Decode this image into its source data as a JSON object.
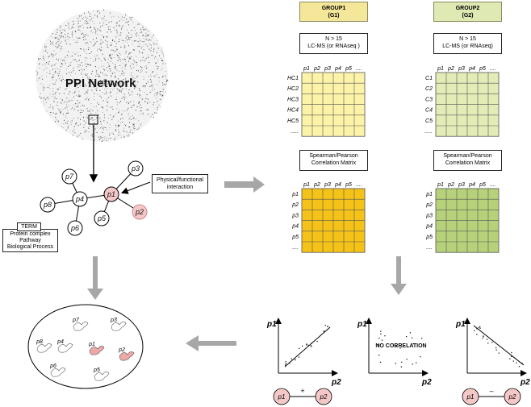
{
  "ppi_title": "PPI Network",
  "groups": [
    {
      "name": "GROUP1",
      "code": "(G1)",
      "header_color": "#f5e79a",
      "grid_color": "#fcf3a8",
      "corr_color": "#f5c318",
      "sample_box": {
        "line1": "N > 15",
        "line2": "LC-MS (or RNAseq )"
      },
      "rows": [
        "HC1",
        "HC2",
        "HC3",
        "HC4",
        "HC5",
        "....."
      ]
    },
    {
      "name": "GROUP2",
      "code": "(G2)",
      "header_color": "#dfe9b4",
      "grid_color": "#e3ecb6",
      "corr_color": "#b6d17a",
      "sample_box": {
        "line1": "N > 15",
        "line2": "LC-MS (or RNAseq)"
      },
      "rows": [
        "C1",
        "C2",
        "C3",
        "C4",
        "C5",
        "....."
      ]
    }
  ],
  "matrix_cols": [
    "p1",
    "p2",
    "p3",
    "p4",
    "p5",
    "...."
  ],
  "corr_rows": [
    "p1",
    "p2",
    "p3",
    "p4",
    "p5",
    "...."
  ],
  "corr_box": {
    "line1": "Spearman/Pearson",
    "line2": "Correlation Matrix"
  },
  "interaction_box": {
    "line1": "Physical/functional",
    "line2": "interaction"
  },
  "term_box": {
    "header": "TERM",
    "lines": [
      "Protein complex",
      "Pathway",
      "Biological Process"
    ]
  },
  "network_nodes": [
    "p1",
    "p2",
    "p3",
    "p4",
    "p5",
    "p6",
    "p7",
    "p8"
  ],
  "highlight_nodes": [
    "p1",
    "p2"
  ],
  "highlight_color": "#f5c8c8",
  "scatter": [
    {
      "ylabel": "p1",
      "xlabel": "p2",
      "relation": "positive",
      "sign": "+"
    },
    {
      "ylabel": "p1",
      "xlabel": "p2",
      "relation": "none",
      "annotation": "NO CORRELATION"
    },
    {
      "ylabel": "p1",
      "xlabel": "p2",
      "relation": "negative",
      "sign": "–"
    }
  ],
  "pair_nodes": [
    "p1",
    "p2"
  ],
  "ellipse_nodes": [
    "p7",
    "p3",
    "p8",
    "p4",
    "p1",
    "p2",
    "p6",
    "p5"
  ]
}
